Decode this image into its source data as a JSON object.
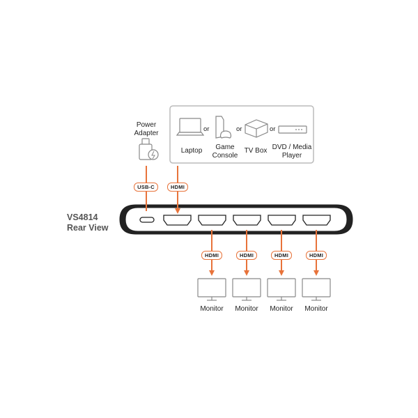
{
  "device": {
    "model": "VS4814",
    "view": "Rear View"
  },
  "power": {
    "label_line1": "Power",
    "label_line2": "Adapter",
    "connector": "USB-C"
  },
  "sources": {
    "items": [
      {
        "label_line1": "Laptop",
        "label_line2": "",
        "icon": "laptop-icon"
      },
      {
        "label_line1": "Game",
        "label_line2": "Console",
        "icon": "game-console-icon"
      },
      {
        "label_line1": "TV Box",
        "label_line2": "",
        "icon": "tv-box-icon"
      },
      {
        "label_line1": "DVD / Media",
        "label_line2": "Player",
        "icon": "dvd-player-icon"
      }
    ],
    "separator": "or",
    "connector": "HDMI"
  },
  "outputs": [
    {
      "connector": "HDMI",
      "label": "Monitor",
      "icon": "monitor-icon"
    },
    {
      "connector": "HDMI",
      "label": "Monitor",
      "icon": "monitor-icon"
    },
    {
      "connector": "HDMI",
      "label": "Monitor",
      "icon": "monitor-icon"
    },
    {
      "connector": "HDMI",
      "label": "Monitor",
      "icon": "monitor-icon"
    }
  ],
  "colors": {
    "accent": "#e8733a",
    "outline": "#222222",
    "box_border": "#bbbbbb",
    "icon": "#888888"
  }
}
